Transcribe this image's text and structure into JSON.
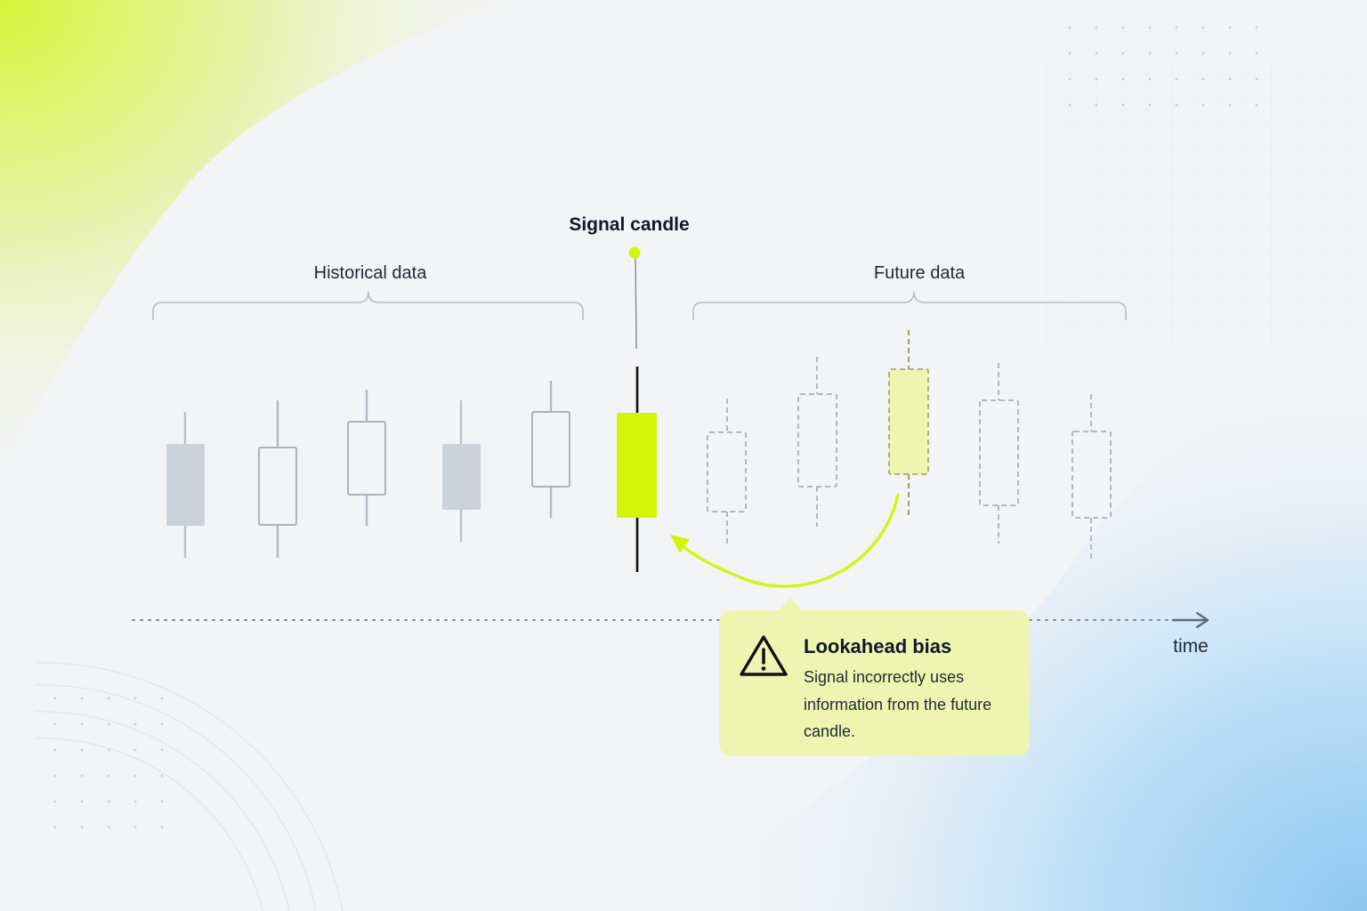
{
  "labels": {
    "signal_candle": "Signal candle",
    "historical": "Historical data",
    "future": "Future data",
    "time_axis": "time"
  },
  "callout": {
    "title": "Lookahead bias",
    "body": "Signal incorrectly uses information from the future candle.",
    "icon": "warning-triangle-icon"
  },
  "colors": {
    "accent": "#d2f50a",
    "historical_filled": "#cbd2d9",
    "historical_outline": "#aab4bf",
    "future_dashed": "#a9b2bd",
    "callout_bg": "#eef5b0",
    "signal_wick": "#111111"
  },
  "candles": [
    {
      "group": "historical",
      "style": "filled"
    },
    {
      "group": "historical",
      "style": "hollow"
    },
    {
      "group": "historical",
      "style": "hollow"
    },
    {
      "group": "historical",
      "style": "filled"
    },
    {
      "group": "historical",
      "style": "hollow"
    },
    {
      "group": "signal",
      "style": "signal"
    },
    {
      "group": "future",
      "style": "dashed"
    },
    {
      "group": "future",
      "style": "dashed"
    },
    {
      "group": "future",
      "style": "leak"
    },
    {
      "group": "future",
      "style": "dashed"
    },
    {
      "group": "future",
      "style": "dashed"
    }
  ]
}
